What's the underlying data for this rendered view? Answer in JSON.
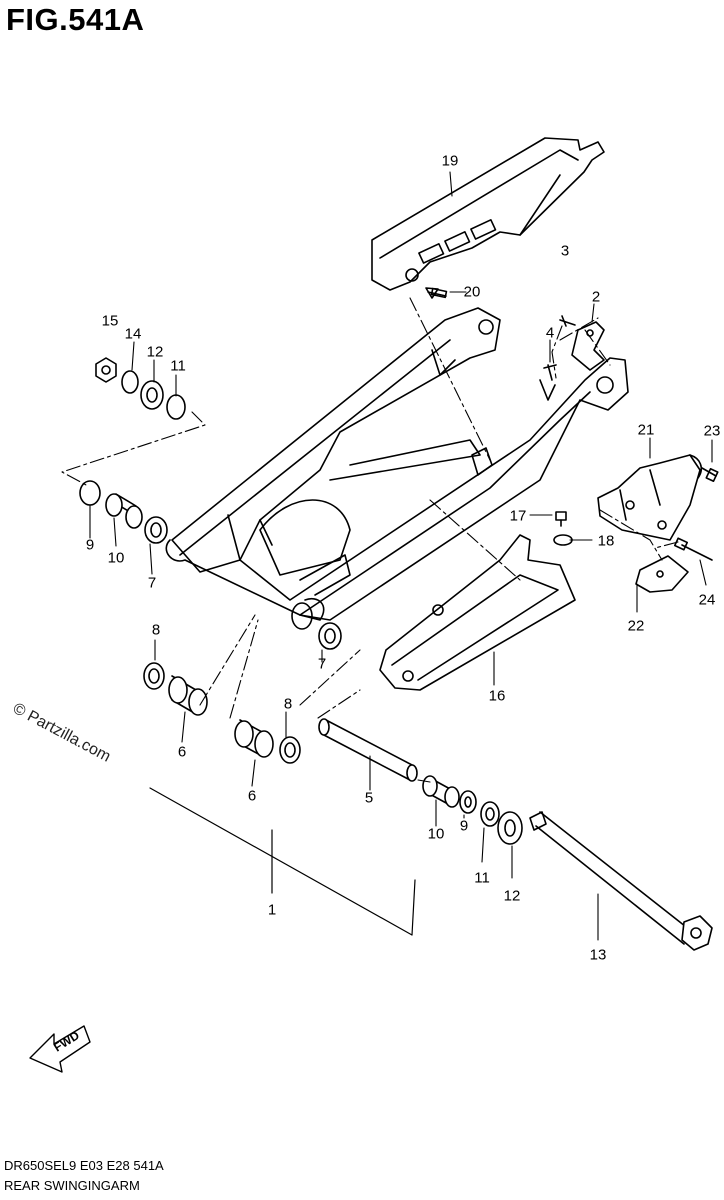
{
  "figure": {
    "title": "FIG.541A",
    "code": "DR650SEL9  E03  E28  541A",
    "name": "REAR SWINGINGARM",
    "watermark": "© Partzilla.com",
    "direction": "FWD"
  },
  "callouts": [
    {
      "id": "c1",
      "text": "1"
    },
    {
      "id": "c2",
      "text": "2"
    },
    {
      "id": "c3",
      "text": "3"
    },
    {
      "id": "c4",
      "text": "4"
    },
    {
      "id": "c5",
      "text": "5"
    },
    {
      "id": "c6a",
      "text": "6"
    },
    {
      "id": "c6b",
      "text": "6"
    },
    {
      "id": "c7a",
      "text": "7"
    },
    {
      "id": "c7b",
      "text": "7"
    },
    {
      "id": "c8a",
      "text": "8"
    },
    {
      "id": "c8b",
      "text": "8"
    },
    {
      "id": "c9a",
      "text": "9"
    },
    {
      "id": "c9b",
      "text": "9"
    },
    {
      "id": "c10a",
      "text": "10"
    },
    {
      "id": "c10b",
      "text": "10"
    },
    {
      "id": "c11a",
      "text": "11"
    },
    {
      "id": "c11b",
      "text": "11"
    },
    {
      "id": "c12a",
      "text": "12"
    },
    {
      "id": "c12b",
      "text": "12"
    },
    {
      "id": "c13",
      "text": "13"
    },
    {
      "id": "c14",
      "text": "14"
    },
    {
      "id": "c15",
      "text": "15"
    },
    {
      "id": "c16",
      "text": "16"
    },
    {
      "id": "c17",
      "text": "17"
    },
    {
      "id": "c18",
      "text": "18"
    },
    {
      "id": "c19",
      "text": "19"
    },
    {
      "id": "c20",
      "text": "20"
    },
    {
      "id": "c21",
      "text": "21"
    },
    {
      "id": "c22",
      "text": "22"
    },
    {
      "id": "c23",
      "text": "23"
    },
    {
      "id": "c24",
      "text": "24"
    }
  ]
}
